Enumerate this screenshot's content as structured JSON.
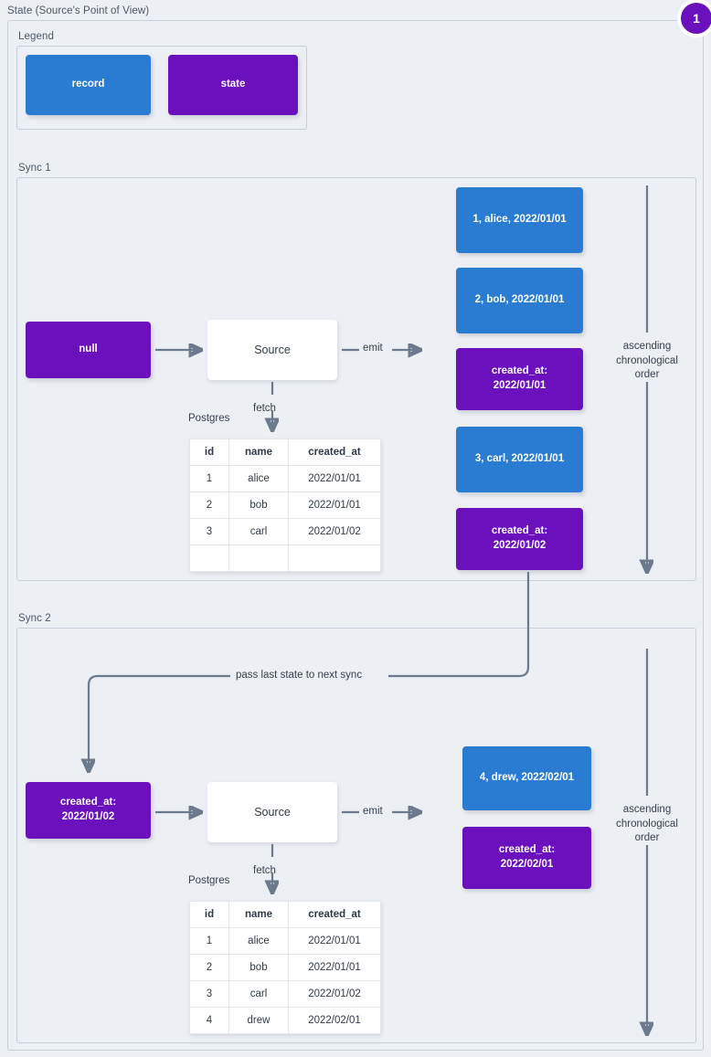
{
  "page": {
    "title": "State (Source's Point of View)",
    "badge": "1",
    "accent_record": "#2a7cd3",
    "accent_state": "#6a10bd",
    "background": "#eceff4"
  },
  "legend": {
    "title": "Legend",
    "items": [
      {
        "label": "record",
        "kind": "record"
      },
      {
        "label": "state",
        "kind": "state"
      }
    ]
  },
  "sync1": {
    "title": "Sync 1",
    "state_in": "null",
    "source": "Source",
    "emit_label": "emit",
    "fetch_label": "fetch",
    "db_label": "Postgres",
    "order_label": "ascending\nchronological\norder",
    "table": {
      "columns": [
        "id",
        "name",
        "created_at"
      ],
      "rows": [
        [
          "1",
          "alice",
          "2022/01/01"
        ],
        [
          "2",
          "bob",
          "2022/01/01"
        ],
        [
          "3",
          "carl",
          "2022/01/02"
        ],
        [
          "",
          "",
          ""
        ]
      ]
    },
    "emitted": [
      {
        "kind": "record",
        "text": "1, alice, 2022/01/01"
      },
      {
        "kind": "record",
        "text": "2, bob, 2022/01/01"
      },
      {
        "kind": "state",
        "text": "created_at:\n2022/01/01"
      },
      {
        "kind": "record",
        "text": "3, carl, 2022/01/01"
      },
      {
        "kind": "state",
        "text": "created_at:\n2022/01/02"
      }
    ]
  },
  "connector": {
    "label": "pass last state to next sync"
  },
  "sync2": {
    "title": "Sync 2",
    "state_in": "created_at:\n2022/01/02",
    "source": "Source",
    "emit_label": "emit",
    "fetch_label": "fetch",
    "db_label": "Postgres",
    "order_label": "ascending\nchronological\norder",
    "table": {
      "columns": [
        "id",
        "name",
        "created_at"
      ],
      "rows": [
        [
          "1",
          "alice",
          "2022/01/01"
        ],
        [
          "2",
          "bob",
          "2022/01/01"
        ],
        [
          "3",
          "carl",
          "2022/01/02"
        ],
        [
          "4",
          "drew",
          "2022/02/01"
        ]
      ]
    },
    "emitted": [
      {
        "kind": "record",
        "text": "4, drew, 2022/02/01"
      },
      {
        "kind": "state",
        "text": "created_at:\n2022/02/01"
      }
    ]
  }
}
